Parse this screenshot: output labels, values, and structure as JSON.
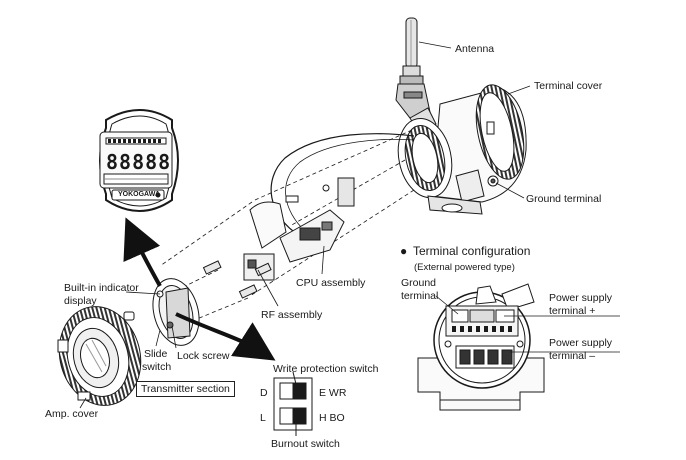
{
  "labels": {
    "antenna": "Antenna",
    "terminal_cover": "Terminal cover",
    "ground_terminal": "Ground terminal",
    "cpu_assembly": "CPU assembly",
    "rf_assembly": "RF assembly",
    "builtin_indicator_line1": "Built-in indicator",
    "builtin_indicator_line2": "display",
    "slide_switch_line1": "Slide",
    "slide_switch_line2": "switch",
    "lock_screw": "Lock screw",
    "amp_cover": "Amp. cover",
    "transmitter_section": "Transmitter section"
  },
  "switch_panel": {
    "write_protection": "Write protection switch",
    "burnout": "Burnout switch",
    "left_top": "D",
    "left_bottom": "L",
    "right_top": "E WR",
    "right_bottom": "H BO"
  },
  "terminal_config": {
    "bullet": "●",
    "title": "Terminal configuration",
    "subtitle": "(External powered type)",
    "ground_line1": "Ground",
    "ground_line2": "terminal",
    "power_plus_line1": "Power supply",
    "power_plus_line2": "terminal +",
    "power_minus_line1": "Power supply",
    "power_minus_line2": "terminal –"
  },
  "display": {
    "digits": "88888",
    "brand": "YOKOGAWA"
  },
  "colors": {
    "line": "#1a1a1a",
    "fill_light": "#f2f2f2",
    "fill_mid": "#cfcfcf",
    "fill_dark": "#4a4a4a"
  }
}
